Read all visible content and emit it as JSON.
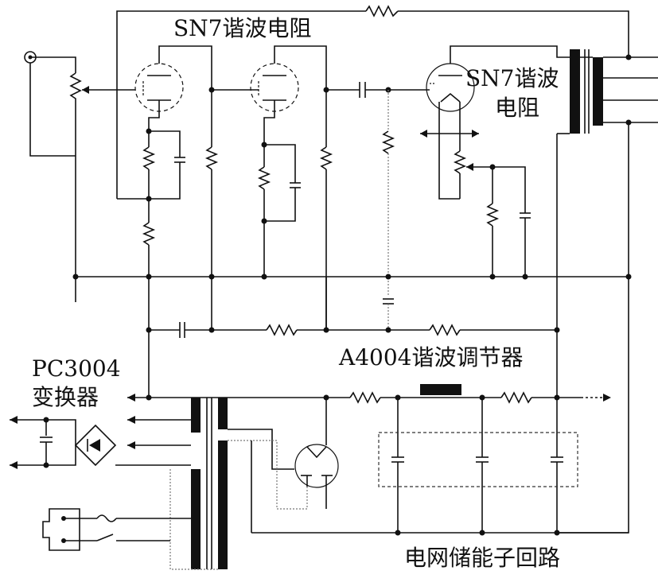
{
  "labels": {
    "sn7_top": "SN7谐波电阻",
    "sn7_right_line1": "SN7谐波",
    "sn7_right_line2": "电阻",
    "a4004": "A4004谐波调节器",
    "pc3004_line1": "PC3004",
    "pc3004_line2": "变换器",
    "grid_storage": "电网储能子回路"
  }
}
